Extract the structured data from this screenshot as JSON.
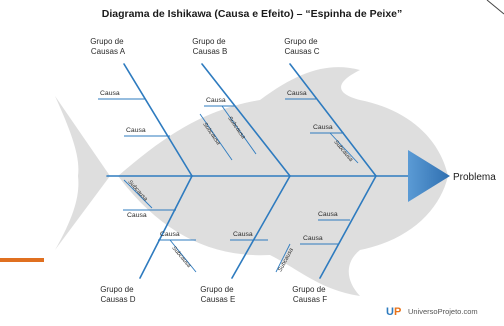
{
  "title": "Diagrama de Ishikawa (Causa e Efeito) – “Espinha de Peixe”",
  "problem": "Problema",
  "groups": {
    "a": [
      "Grupo de",
      "Causas A"
    ],
    "b": [
      "Grupo de",
      "Causas B"
    ],
    "c": [
      "Grupo de",
      "Causas C"
    ],
    "d": [
      "Grupo de",
      "Causas D"
    ],
    "e": [
      "Grupo de",
      "Causas E"
    ],
    "f": [
      "Grupo de",
      "Causas F"
    ]
  },
  "cause_label": "Causa",
  "subcause_label": "Subcausa",
  "brand": {
    "logo_text": "UP",
    "name": "UniversoProjeto.com",
    "colors": {
      "logo_u": "#2e7bbf",
      "logo_p": "#e8731a"
    }
  },
  "colors": {
    "bones": "#2e7bbf",
    "head_arrow": "#3d7fc2",
    "fish_silhouette": "#dedede",
    "orange_bar": "#e07020"
  }
}
